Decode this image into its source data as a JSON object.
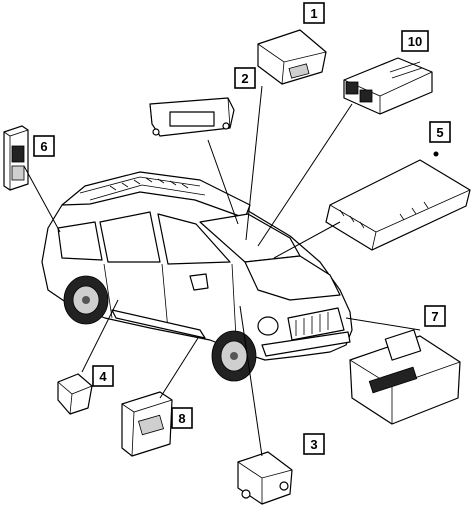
{
  "diagram": {
    "callouts": [
      {
        "id": "1",
        "label": "1"
      },
      {
        "id": "2",
        "label": "2"
      },
      {
        "id": "3",
        "label": "3"
      },
      {
        "id": "4",
        "label": "4"
      },
      {
        "id": "5",
        "label": "5"
      },
      {
        "id": "6",
        "label": "6"
      },
      {
        "id": "7",
        "label": "7"
      },
      {
        "id": "8",
        "label": "8"
      },
      {
        "id": "10",
        "label": "10"
      }
    ]
  }
}
